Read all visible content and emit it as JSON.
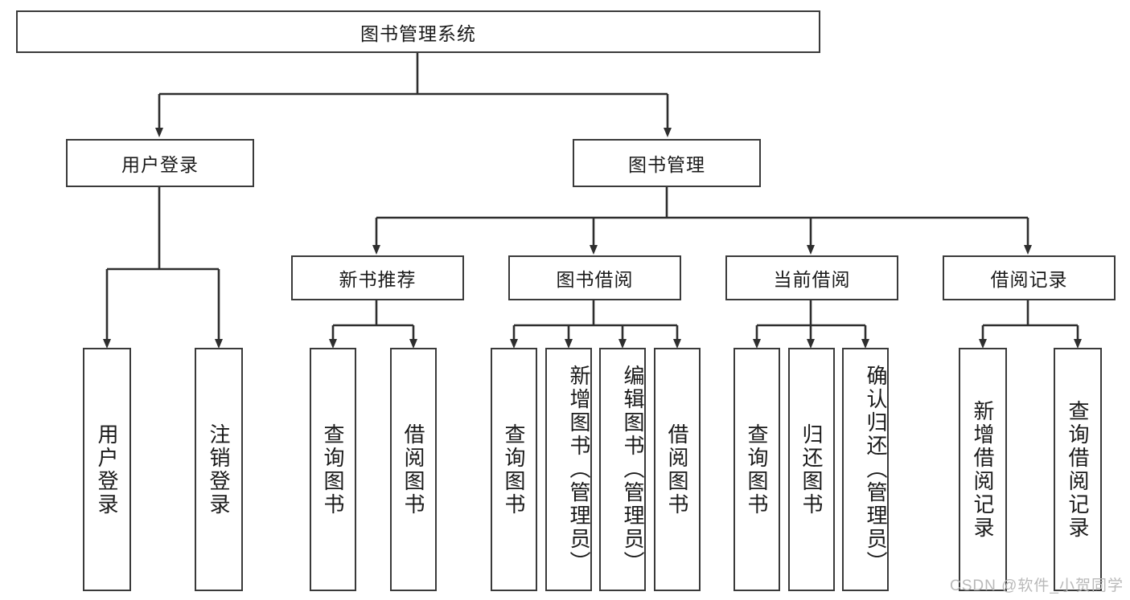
{
  "diagram": {
    "title": "图书管理系统",
    "type": "tree-hierarchy",
    "root": {
      "label": "图书管理系统"
    },
    "level2": [
      {
        "label": "用户登录"
      },
      {
        "label": "图书管理"
      }
    ],
    "level3": [
      {
        "label": "新书推荐"
      },
      {
        "label": "图书借阅"
      },
      {
        "label": "当前借阅"
      },
      {
        "label": "借阅记录"
      }
    ],
    "leaves": {
      "user_login": [
        {
          "label": "用户登录"
        },
        {
          "label": "注销登录"
        }
      ],
      "new_book_recommend": [
        {
          "label": "查询图书"
        },
        {
          "label": "借阅图书"
        }
      ],
      "book_borrow": [
        {
          "label": "查询图书"
        },
        {
          "label": "新增图书（管理员）"
        },
        {
          "label": "编辑图书（管理员）"
        },
        {
          "label": "借阅图书"
        }
      ],
      "current_borrow": [
        {
          "label": "查询图书"
        },
        {
          "label": "归还图书"
        },
        {
          "label": "确认归还（管理员）"
        }
      ],
      "borrow_record": [
        {
          "label": "新增借阅记录"
        },
        {
          "label": "查询借阅记录"
        }
      ]
    }
  },
  "watermark": {
    "text": "CSDN @软件_小贺同学"
  },
  "colors": {
    "border": "#3a3a3a",
    "text": "#1a1a1a",
    "background": "#ffffff",
    "watermark": "#b9b9b9"
  }
}
